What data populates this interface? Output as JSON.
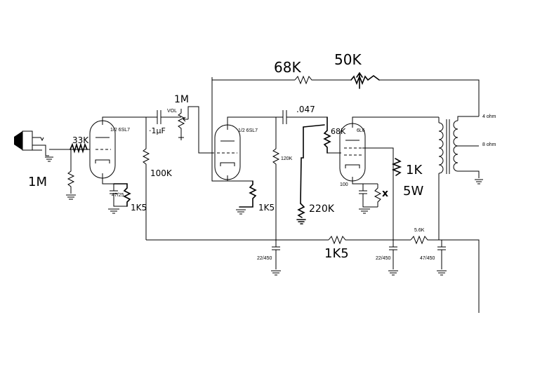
{
  "labels": {
    "tube1": "1/2 6SL7",
    "tube2": "1/2 6SL7",
    "tube3": "6L6",
    "cap1": "47/25",
    "cap_fil1": "22/450",
    "cap_fil2": "22/450",
    "cap_fil3": "47/450",
    "res_filter": "5.6K",
    "res_plate2": "120K",
    "vol": "VOL",
    "out_4": "4 ohm",
    "out_8": "8 ohm",
    "cathode3": "100"
  },
  "handwritten": {
    "r68k_top": "68K",
    "r50k": "50K",
    "vol_1m": "1M",
    "c_047": ".047",
    "r68k_grid": "68K",
    "r33k": "33K",
    "input_1m": "1M",
    "c_1uf": "·1μF",
    "r100k": "100K",
    "r1k_5w": "1K",
    "five_w": "5W",
    "r1k5_a": "1K5",
    "r1k5_b": "1K5",
    "r220k": "220K",
    "r1k5_bus": "1K5",
    "mark_x": "x"
  }
}
